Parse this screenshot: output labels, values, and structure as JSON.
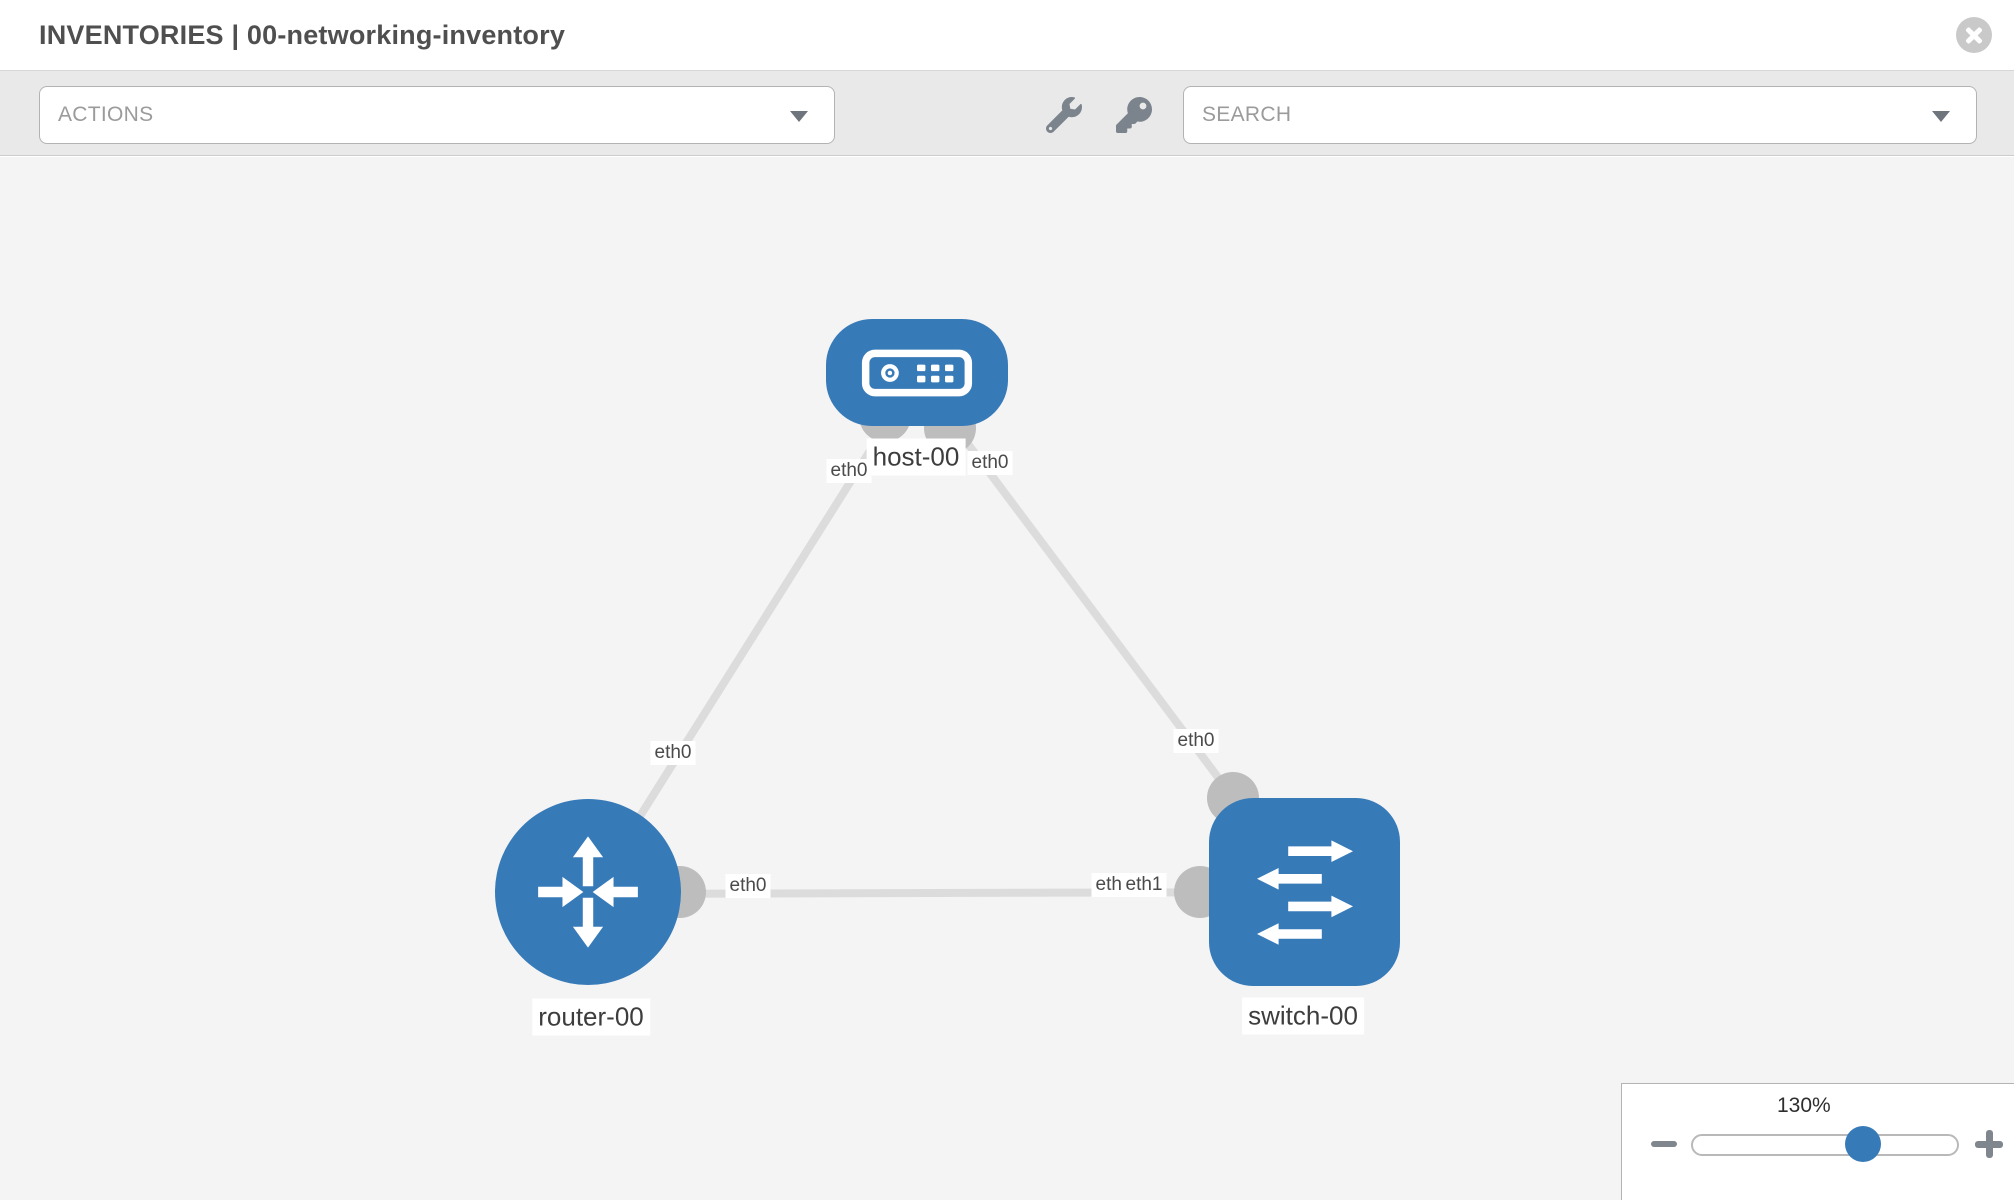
{
  "header": {
    "title": "INVENTORIES | 00-networking-inventory"
  },
  "toolbar": {
    "actions_label": "ACTIONS",
    "search_placeholder": "SEARCH"
  },
  "canvas": {
    "nodes": [
      {
        "id": "host-00",
        "type": "host",
        "label": "host-00"
      },
      {
        "id": "router-00",
        "type": "router",
        "label": "router-00"
      },
      {
        "id": "switch-00",
        "type": "switch",
        "label": "switch-00"
      }
    ],
    "links": [
      {
        "source": "router-00",
        "target": "host-00"
      },
      {
        "source": "host-00",
        "target": "switch-00"
      },
      {
        "source": "router-00",
        "target": "switch-00"
      }
    ],
    "interface_labels": {
      "host_left": "eth0",
      "host_right": "eth0",
      "router_to_host_mid": "eth0",
      "switch_to_host": "eth0",
      "router_to_switch": "eth0",
      "switch_to_router_under": "eth0",
      "switch_to_router_over": "eth1"
    }
  },
  "zoom_control": {
    "level": "130%"
  },
  "colors": {
    "node_blue": "#377ab8",
    "link_gray": "#dcdcdc",
    "interface_dot_gray": "#bdbdbd",
    "toolbar_bg": "#e9e9e9",
    "canvas_bg": "#f4f4f4",
    "icon_gray": "#7b838c"
  }
}
